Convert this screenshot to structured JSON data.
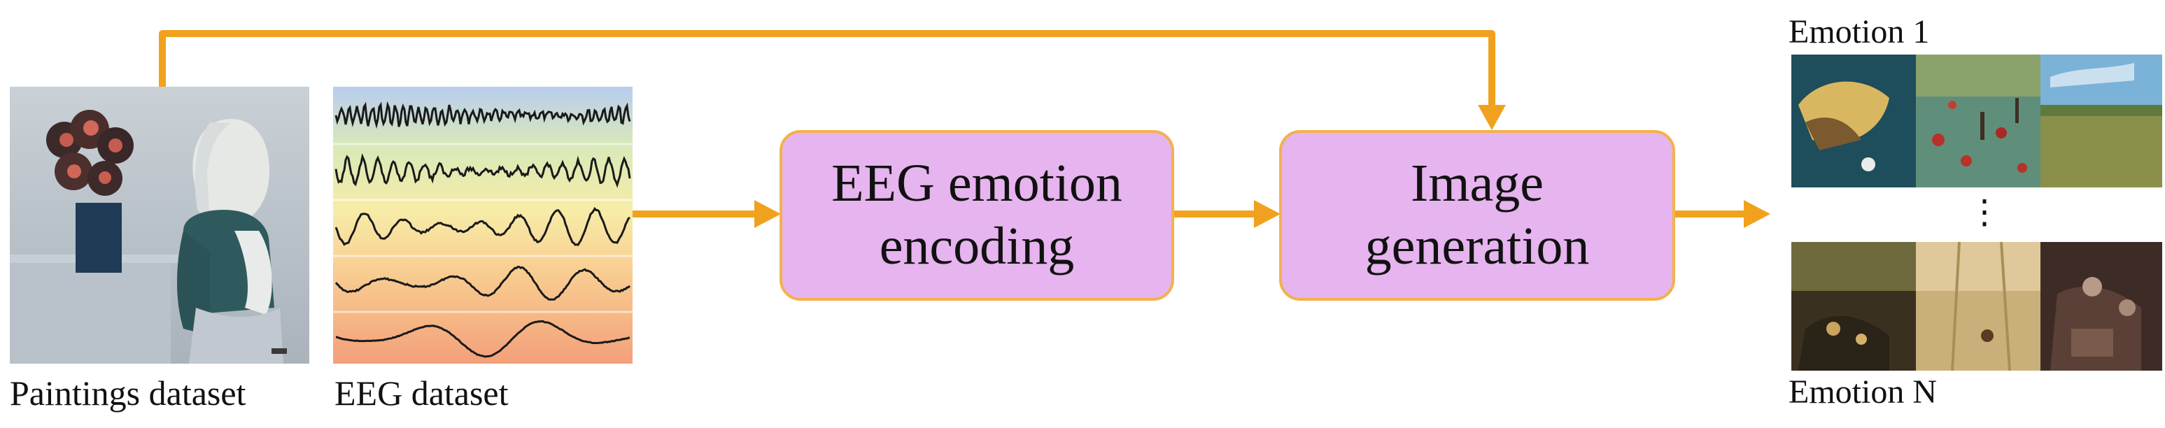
{
  "diagram": {
    "left_labels": {
      "paintings": "Paintings dataset",
      "eeg": "EEG dataset"
    },
    "boxes": [
      {
        "line1": "EEG emotion",
        "line2": "encoding"
      },
      {
        "line1": "Image",
        "line2": "generation"
      }
    ],
    "output": {
      "top_label": "Emotion 1",
      "bottom_label": "Emotion N",
      "ellipsis": "⋮"
    },
    "colors": {
      "arrow": "#F0A21E",
      "box_fill": "#E6B4EE",
      "box_stroke": "#F3B14C"
    }
  }
}
